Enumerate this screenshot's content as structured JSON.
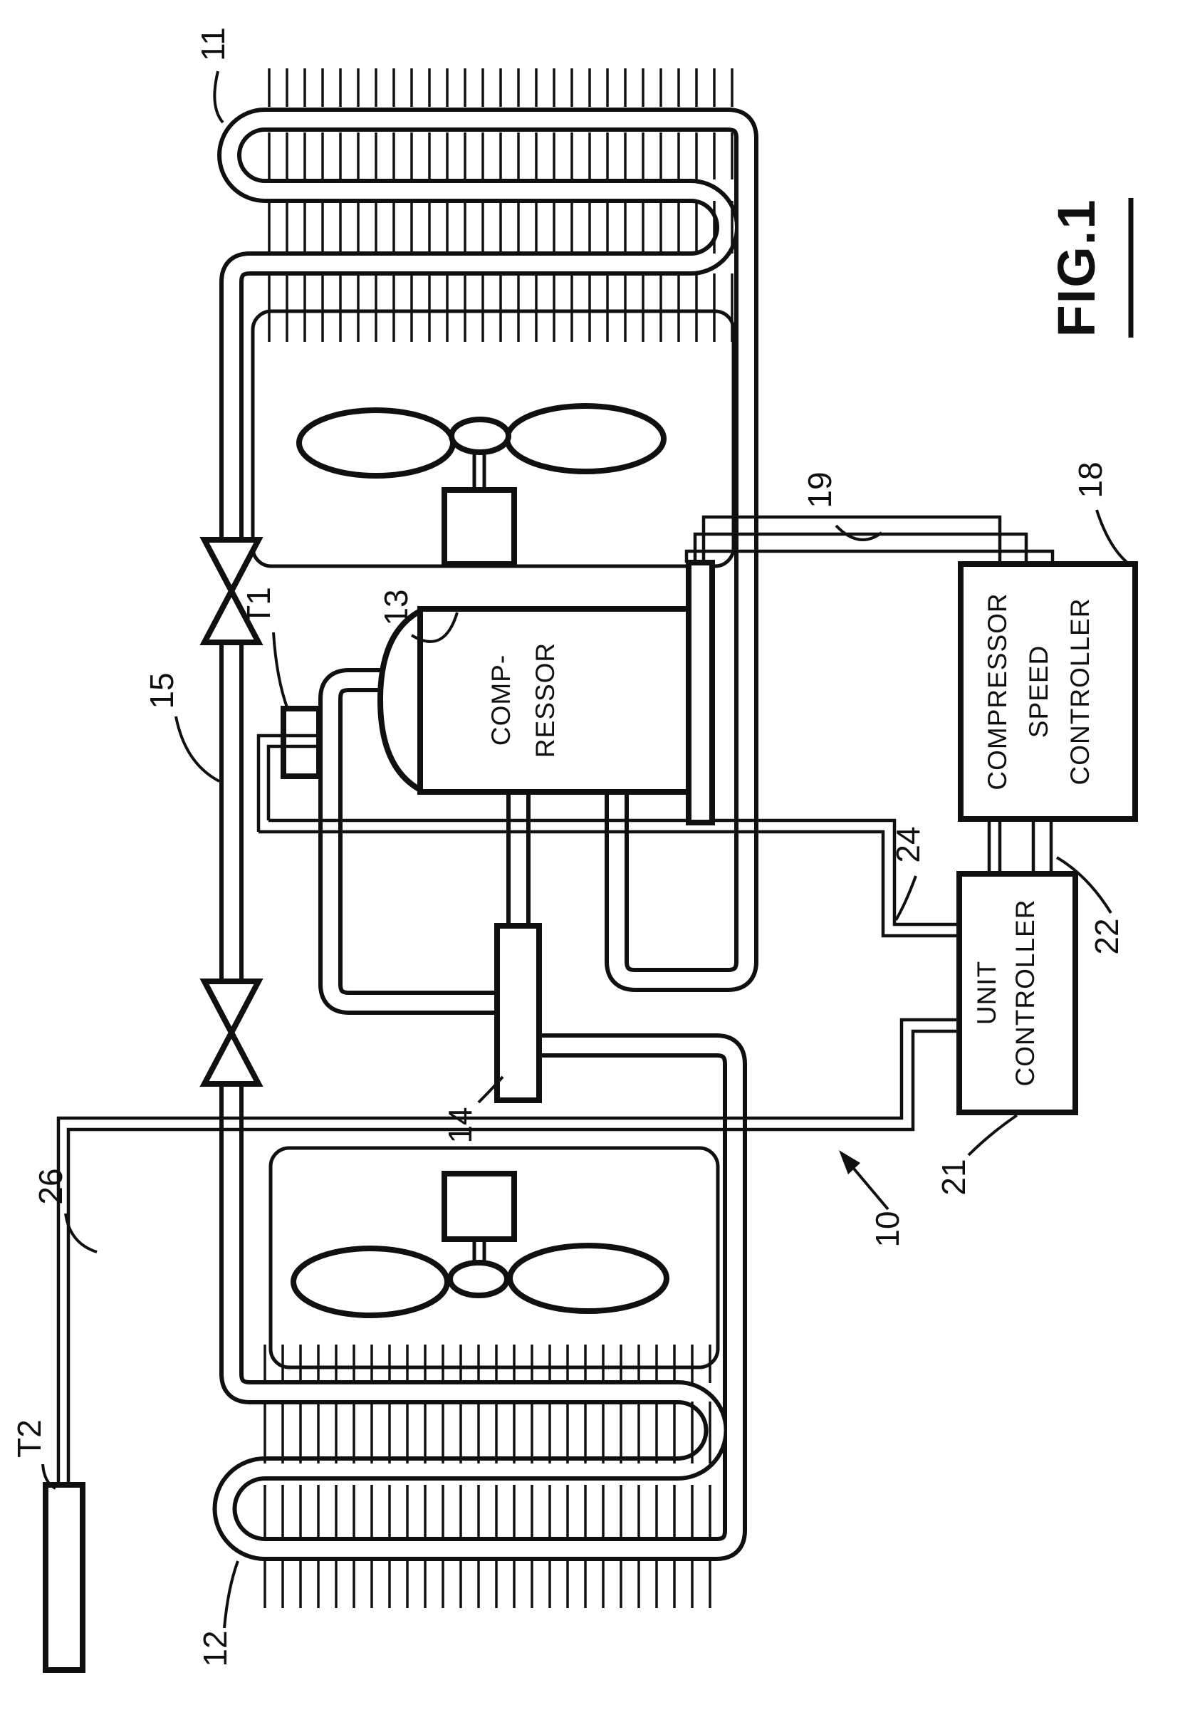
{
  "figure_label": "FIG.1",
  "reference_numerals": {
    "system": "10",
    "first_coil": "11",
    "second_coil": "12",
    "compressor": "13",
    "interchanger": "14",
    "liquid_line": "15",
    "compressor_speed_controller": "18",
    "compressor_power_wires": "19",
    "unit_controller": "21",
    "controller_link_wires": "22",
    "controller_signal_wire": "24",
    "sensor_wire": "26"
  },
  "sensors": {
    "t1": "T1",
    "t2": "T2"
  },
  "component_text": {
    "compressor_line1": "COMP-",
    "compressor_line2": "RESSOR",
    "speed_controller_line1": "COMPRESSOR",
    "speed_controller_line2": "SPEED",
    "speed_controller_line3": "CONTROLLER",
    "unit_controller_line1": "UNIT",
    "unit_controller_line2": "CONTROLLER"
  },
  "style": {
    "ink_color": "#101010",
    "paper_color": "#ffffff"
  }
}
